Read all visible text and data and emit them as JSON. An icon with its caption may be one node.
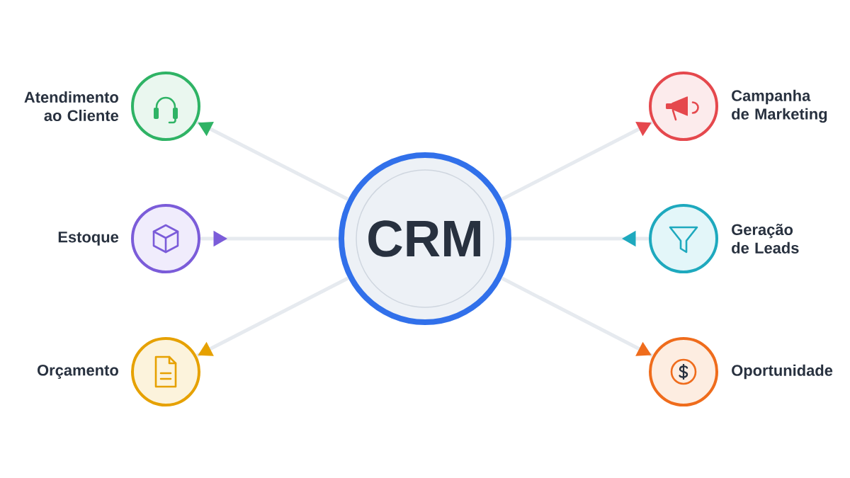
{
  "diagram": {
    "nodes": [
      {
        "text": [
          "Atendimento ao Cliente"
        ]
      },
      {
        "text": [
          "Campanha de Marketing"
        ]
      },
      {
        "text": [
          "Estoque"
        ]
      },
      {
        "text": [
          "CRM"
        ]
      },
      {
        "text": [
          "Geração de Leads"
        ]
      },
      {
        "text": [
          "Orçamento"
        ]
      },
      {
        "text": [
          "Oportunidade"
        ]
      }
    ],
    "edges": [
      {
        "from": 3,
        "to": 0,
        "arrow": "to"
      },
      {
        "from": 3,
        "to": 1,
        "arrow": "to"
      },
      {
        "from": 2,
        "to": 3,
        "arrow": "to"
      },
      {
        "from": 4,
        "to": 3,
        "arrow": "to"
      },
      {
        "from": 3,
        "to": 5,
        "arrow": "to"
      },
      {
        "from": 3,
        "to": 6,
        "arrow": "to"
      }
    ]
  }
}
